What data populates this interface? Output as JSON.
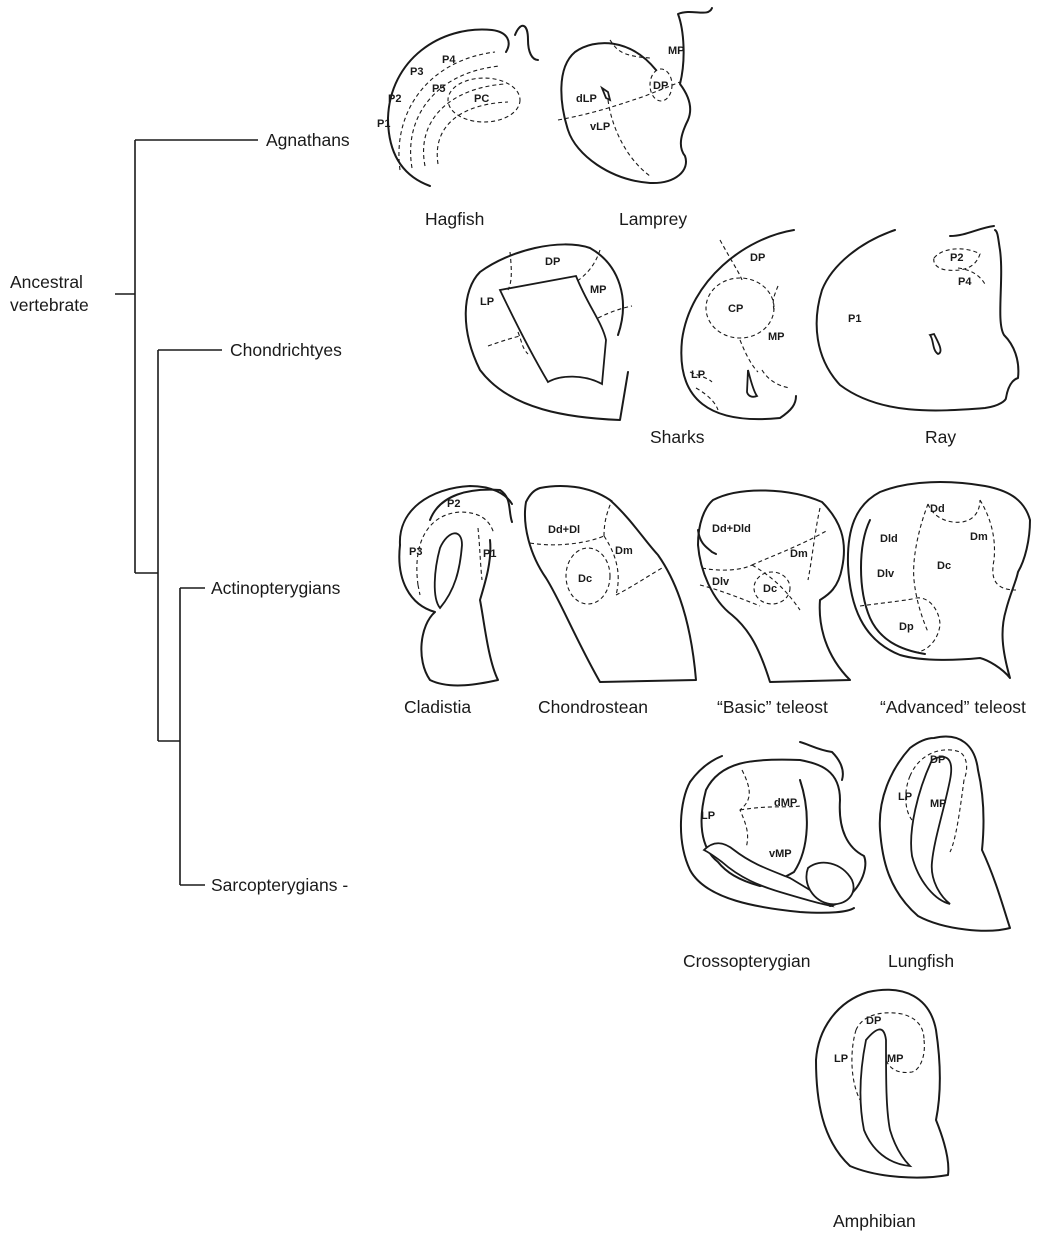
{
  "tree": {
    "root": [
      "Ancestral",
      "vertebrate"
    ],
    "clades": {
      "agnathans": "Agnathans",
      "chondrichthyes": "Chondrichtyes",
      "actinopterygians": "Actinopterygians",
      "sarcopterygians": "Sarcopterygians -"
    }
  },
  "captions": {
    "hagfish": "Hagfish",
    "lamprey": "Lamprey",
    "sharks": "Sharks",
    "ray": "Ray",
    "cladistia": "Cladistia",
    "chondrostean": "Chondrostean",
    "basic_teleost": "“Basic”  teleost",
    "advanced_teleost": "“Advanced” teleost",
    "crossopterygian": "Crossopterygian",
    "lungfish": "Lungfish",
    "amphibian": "Amphibian"
  },
  "labels": {
    "hagfish": {
      "p1": "P1",
      "p2": "P2",
      "p3": "P3",
      "p4": "P4",
      "p5": "P5",
      "pc": "PC"
    },
    "lamprey": {
      "dlp": "dLP",
      "vlp": "vLP",
      "dp": "DP",
      "mp": "MP"
    },
    "shark1": {
      "dp": "DP",
      "lp": "LP",
      "mp": "MP"
    },
    "shark2": {
      "dp": "DP",
      "cp": "CP",
      "mp": "MP",
      "lp": "LP"
    },
    "ray": {
      "p2": "P2",
      "p4": "P4",
      "p1": "P1"
    },
    "cladistia": {
      "p2": "P2",
      "p3": "P3",
      "p1": "P1"
    },
    "chondrostean": {
      "dddl": "Dd+Dl",
      "dm": "Dm",
      "dc": "Dc"
    },
    "basic_teleost": {
      "dddld": "Dd+Dld",
      "dm": "Dm",
      "dlv": "Dlv",
      "dc": "Dc"
    },
    "advanced_teleost": {
      "dd": "Dd",
      "dld": "Dld",
      "dm": "Dm",
      "dlv": "Dlv",
      "dc": "Dc",
      "dp": "Dp"
    },
    "crossopterygian": {
      "lp": "LP",
      "dmp": "dMP",
      "vmp": "vMP"
    },
    "lungfish": {
      "dp": "DP",
      "lp": "LP",
      "mp": "MP"
    },
    "amphibian": {
      "dp": "DP",
      "lp": "LP",
      "mp": "MP"
    }
  }
}
